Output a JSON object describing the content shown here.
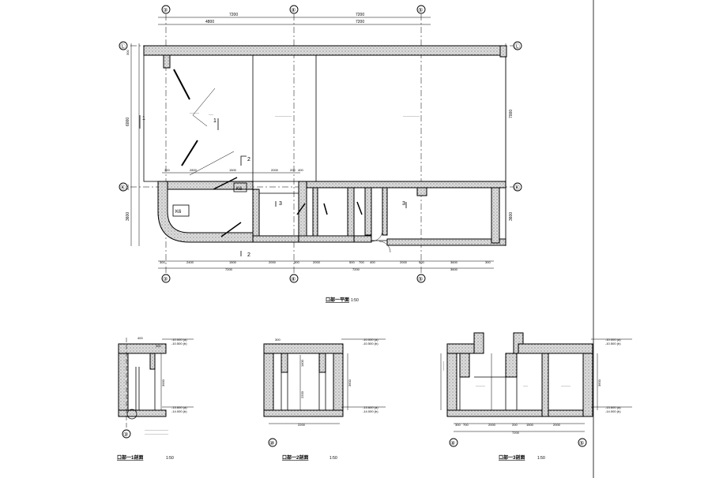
{
  "grid_axes": {
    "top": [
      "③",
      "④",
      "⑤"
    ],
    "bottom": [
      "③",
      "④",
      "⑤"
    ],
    "left": [
      "Ⓛ",
      "Ⓚ"
    ],
    "right": [
      "Ⓛ",
      "Ⓚ"
    ]
  },
  "plan": {
    "title": "口部一平面",
    "scale": "1:50",
    "top_dims": {
      "row1": [
        "7200",
        "7200"
      ],
      "row2": [
        "4800",
        "7200"
      ]
    },
    "bottom_dims": {
      "row1": [
        "300",
        "2400",
        "1500",
        "2000",
        "300",
        "2000",
        "500",
        "700",
        "400",
        "2000",
        "500",
        "3600",
        "300"
      ],
      "row2": [
        "7200",
        "7200",
        "3600"
      ]
    },
    "left_dims": [
      "300",
      "6000",
      "300",
      "3600"
    ],
    "right_dims": [
      "7000",
      "3600"
    ],
    "mid_dims": [
      "300",
      "2800",
      "1500",
      "2000",
      "200",
      "400"
    ],
    "marks": {
      "k6a": "K6",
      "k6b": "K6",
      "sec1": "1",
      "sec2": "2",
      "sec3": "3"
    }
  },
  "sections": [
    {
      "title": "口部一1剖面",
      "scale": "1:50",
      "levels": [
        "-10.000 (a)",
        "-10.500 (b)",
        "-13.600 (a)",
        "-14.000 (b)"
      ],
      "dims": [
        "400",
        "300",
        "3000"
      ],
      "axis": "③"
    },
    {
      "title": "口部一2剖面",
      "scale": "1:50",
      "levels": [
        "-10.000 (a)",
        "-10.500 (b)",
        "-13.600 (a)",
        "-14.000 (b)"
      ],
      "dims": [
        "300",
        "1400",
        "2200",
        "2200",
        "3600"
      ],
      "axis": "⑩"
    },
    {
      "title": "口部一3剖面",
      "scale": "1:50",
      "levels": [
        "-10.000 (a)",
        "-10.500 (b)",
        "-13.600 (a)",
        "-14.000 (b)"
      ],
      "dims": [
        "300",
        "700",
        "2000",
        "200",
        "1500",
        "2000",
        "7200",
        "3600"
      ],
      "axis_left": "④",
      "axis_right": "⑤"
    }
  ]
}
